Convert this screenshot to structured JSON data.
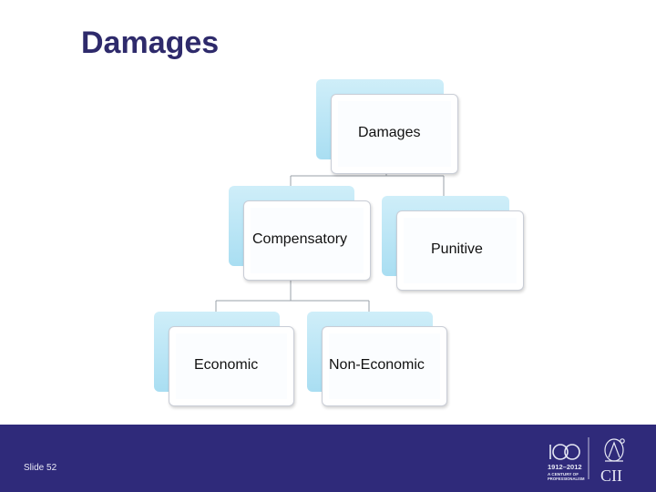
{
  "slide": {
    "title": "Damages",
    "slide_number": "Slide 52"
  },
  "diagram": {
    "root": "Damages",
    "level1": [
      "Compensatory",
      "Punitive"
    ],
    "level2": [
      "Economic",
      "Non-Economic"
    ]
  },
  "logo": {
    "years": "1912–2012",
    "line1": "A CENTURY OF",
    "line2": "PROFESSIONALISM",
    "brand": "CII",
    "hundred": "100"
  },
  "colors": {
    "title": "#2e2a6b",
    "footer": "#2f2a7a",
    "box_accent": "#a9def2"
  }
}
